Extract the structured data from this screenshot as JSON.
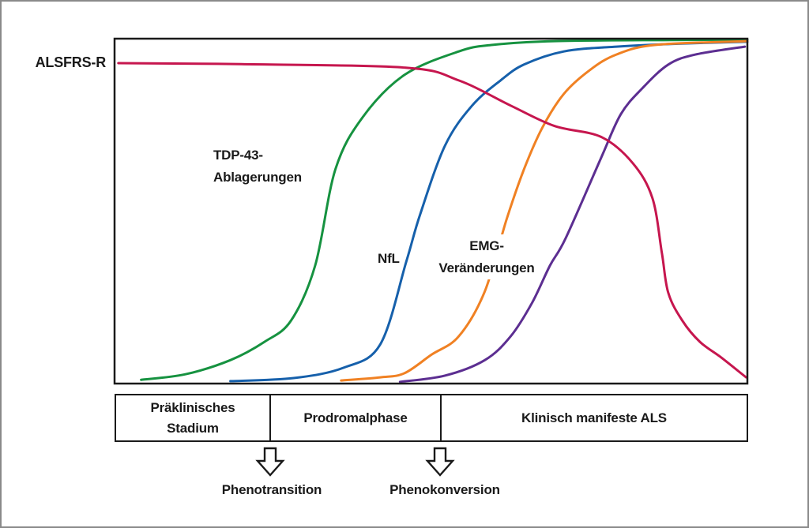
{
  "figure_title": "",
  "labels": {
    "alsfrs": "ALSFRS-R",
    "tdp43": "TDP-43-\nAblagerungen",
    "nfl": "NfL",
    "emg": "EMG-\nVeränderungen"
  },
  "phases": [
    "Präklinisches\nStadium",
    "Prodromalphase",
    "Klinisch manifeste ALS"
  ],
  "arrows": [
    {
      "label": "Phenotransition"
    },
    {
      "label": "Phenokonversion"
    }
  ],
  "colors": {
    "frame": "#1a1a1a",
    "page_border": "#8a8a8a",
    "text": "#1a1a1a",
    "alsfrs_red": "#c6164e",
    "tdp43_green": "#169240",
    "nfl_blue": "#1660ab",
    "emg_orange": "#f08123",
    "purple": "#5c2e91"
  },
  "chart_data": {
    "type": "line",
    "title": "",
    "xlabel": "",
    "ylabel": "",
    "axis_note": "schematic sigmoid trajectories; axes unlabeled, values normalized 0-100 of plot range",
    "xlim": [
      0,
      100
    ],
    "ylim": [
      0,
      100
    ],
    "grid": false,
    "legend_position": "inline-curve-labels",
    "phase_boundaries_x": [
      24.4,
      51.4
    ],
    "phase_bands": [
      {
        "label": "Präklinisches Stadium",
        "x_range": [
          0,
          24.4
        ]
      },
      {
        "label": "Prodromalphase",
        "x_range": [
          24.4,
          51.4
        ]
      },
      {
        "label": "Klinisch manifeste ALS",
        "x_range": [
          51.4,
          100
        ]
      }
    ],
    "annotations": [
      {
        "label": "Phenotransition",
        "x": 24.6
      },
      {
        "label": "Phenokonversion",
        "x": 51.4
      }
    ],
    "series": [
      {
        "name": "TDP-43-Ablagerungen",
        "color": "#169240",
        "points": [
          [
            4.2,
            1.1
          ],
          [
            11.2,
            2.7
          ],
          [
            18.3,
            6.8
          ],
          [
            23.7,
            12.1
          ],
          [
            27.9,
            18.3
          ],
          [
            31.7,
            34.2
          ],
          [
            34.9,
            62.1
          ],
          [
            39.2,
            77.2
          ],
          [
            45.8,
            89.5
          ],
          [
            54.4,
            96.3
          ],
          [
            59.7,
            98.2
          ],
          [
            69.5,
            99.3
          ],
          [
            88,
            99.6
          ],
          [
            100,
            99.7
          ]
        ]
      },
      {
        "name": "NfL",
        "color": "#1660ab",
        "points": [
          [
            18.3,
            0.7
          ],
          [
            28.3,
            1.6
          ],
          [
            36.2,
            4.6
          ],
          [
            42,
            11.4
          ],
          [
            46.1,
            35.4
          ],
          [
            48.3,
            49.1
          ],
          [
            52.2,
            68.9
          ],
          [
            56.4,
            80.4
          ],
          [
            61,
            87.9
          ],
          [
            64.7,
            92.5
          ],
          [
            71,
            96.3
          ],
          [
            79.3,
            97.7
          ],
          [
            90,
            98.6
          ],
          [
            100,
            99.1
          ]
        ]
      },
      {
        "name": "EMG-Veränderungen",
        "color": "#f08123",
        "points": [
          [
            35.8,
            0.9
          ],
          [
            42,
            1.8
          ],
          [
            45.8,
            3
          ],
          [
            50.1,
            8.4
          ],
          [
            54.4,
            13.7
          ],
          [
            58.5,
            26.7
          ],
          [
            62,
            47.9
          ],
          [
            64.7,
            62.1
          ],
          [
            67.6,
            74.2
          ],
          [
            71,
            84
          ],
          [
            75.1,
            90.9
          ],
          [
            79.3,
            95.4
          ],
          [
            85.5,
            98.2
          ],
          [
            100,
            99.3
          ]
        ]
      },
      {
        "name": "unlabeled",
        "color": "#5c2e91",
        "points": [
          [
            45.1,
            0.5
          ],
          [
            52.2,
            2.3
          ],
          [
            58.5,
            6.8
          ],
          [
            62.6,
            13.7
          ],
          [
            66,
            23.5
          ],
          [
            68.8,
            34.2
          ],
          [
            71.3,
            42.2
          ],
          [
            76.8,
            65.1
          ],
          [
            80,
            78.1
          ],
          [
            83.4,
            85.6
          ],
          [
            87.5,
            92.5
          ],
          [
            91.8,
            95.4
          ],
          [
            99.6,
            97.7
          ]
        ]
      },
      {
        "name": "ALSFRS-R",
        "color": "#c6164e",
        "points": [
          [
            0.6,
            92.9
          ],
          [
            20,
            92.6
          ],
          [
            46,
            91.6
          ],
          [
            54.4,
            87.9
          ],
          [
            62.6,
            80.6
          ],
          [
            69.5,
            74.7
          ],
          [
            76.9,
            71.5
          ],
          [
            81.9,
            63.9
          ],
          [
            85,
            53.7
          ],
          [
            86.5,
            37.7
          ],
          [
            87.5,
            26.3
          ],
          [
            89.7,
            18.3
          ],
          [
            92.5,
            12.1
          ],
          [
            95.9,
            7.5
          ],
          [
            99.8,
            1.8
          ]
        ]
      }
    ]
  }
}
